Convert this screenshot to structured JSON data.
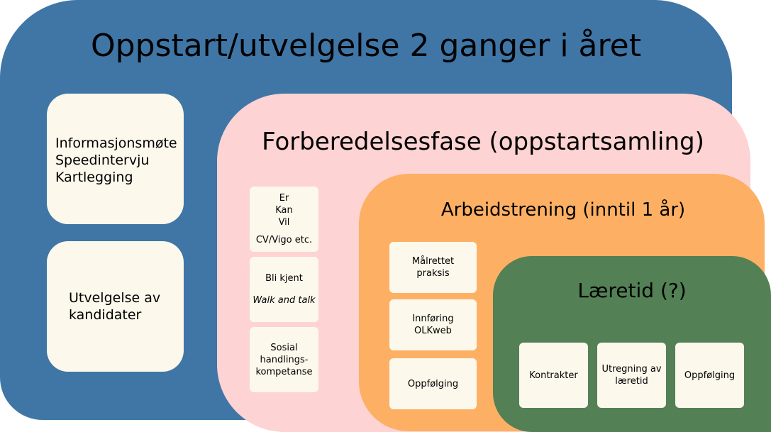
{
  "colors": {
    "outer": "#3f76a6",
    "prep": "#fed3d3",
    "training": "#fdb064",
    "apprentice": "#538055",
    "card": "#fdf8ec"
  },
  "outer": {
    "title": "Oppstart/utvelgelse 2 ganger i året",
    "info_card": [
      "Informasjonsmøte",
      "Speedintervju",
      "Kartlegging"
    ],
    "selection_card": [
      "Utvelgelse av",
      "kandidater"
    ]
  },
  "prep": {
    "title": "Forberedelsesfase (oppstartsamling)",
    "card1": [
      "Er",
      "Kan",
      "Vil",
      "",
      "CV/Vigo etc."
    ],
    "card2_title": "Bli kjent",
    "card2_sub": "Walk and talk",
    "card3": [
      "Sosial",
      "handlings-",
      "kompetanse"
    ]
  },
  "training": {
    "title": "Arbeidstrening (inntil 1 år)",
    "card1": [
      "Målrettet",
      "praksis"
    ],
    "card2": [
      "Innføring",
      "OLKweb"
    ],
    "card3": [
      "Oppfølging"
    ]
  },
  "apprentice": {
    "title": "Læretid (?)",
    "card1": [
      "Kontrakter"
    ],
    "card2": [
      "Utregning av",
      "læretid"
    ],
    "card3": [
      "Oppfølging"
    ]
  }
}
